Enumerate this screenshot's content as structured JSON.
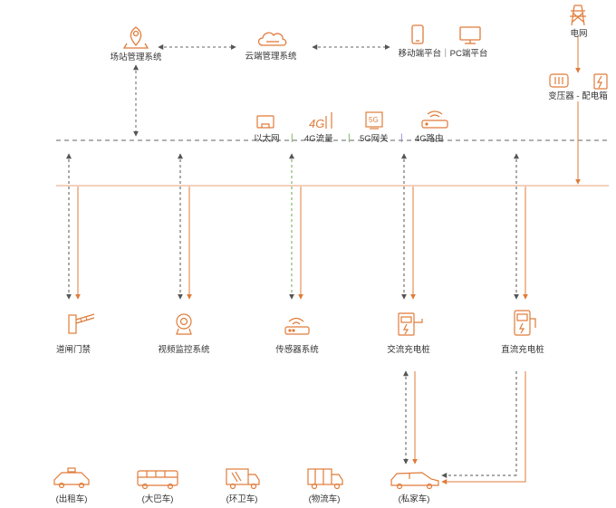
{
  "colors": {
    "orange": "#e07b39",
    "gray": "#555555",
    "green": "#6aa84f",
    "purple": "#8e7cc3",
    "line_gray": "#8a8a8a"
  },
  "top": {
    "station_mgmt": "场站管理系统",
    "cloud_mgmt": "云端管理系统",
    "mobile_pc": "移动端平台｜PC端平台",
    "grid": "电网",
    "transformer": "变压器 - 配电箱"
  },
  "network": {
    "ethernet": "以太网",
    "flow_4g": "4G流量",
    "gateway_5g": "5G网关",
    "router_4g": "4G路由",
    "icon_4g": "4G",
    "icon_5g": "5G"
  },
  "devices": {
    "gate": "道闸门禁",
    "video": "视频监控系统",
    "sensor": "传感器系统",
    "ac_pile": "交流充电桩",
    "dc_pile": "直流充电桩"
  },
  "vehicles": [
    "出租车",
    "大巴车",
    "环卫车",
    "物流车",
    "私家车"
  ],
  "icons": [
    "map-pin-icon",
    "cloud-icon",
    "mobile-phone-icon",
    "monitor-icon",
    "power-tower-icon",
    "transformer-icon",
    "distribution-box-icon",
    "ethernet-icon",
    "4g-signal-icon",
    "5g-gateway-icon",
    "router-icon",
    "barrier-gate-icon",
    "camera-icon",
    "sensor-icon",
    "ac-charger-icon",
    "dc-charger-icon",
    "taxi-icon",
    "bus-icon",
    "sanitation-truck-icon",
    "logistics-truck-icon",
    "private-car-icon"
  ]
}
